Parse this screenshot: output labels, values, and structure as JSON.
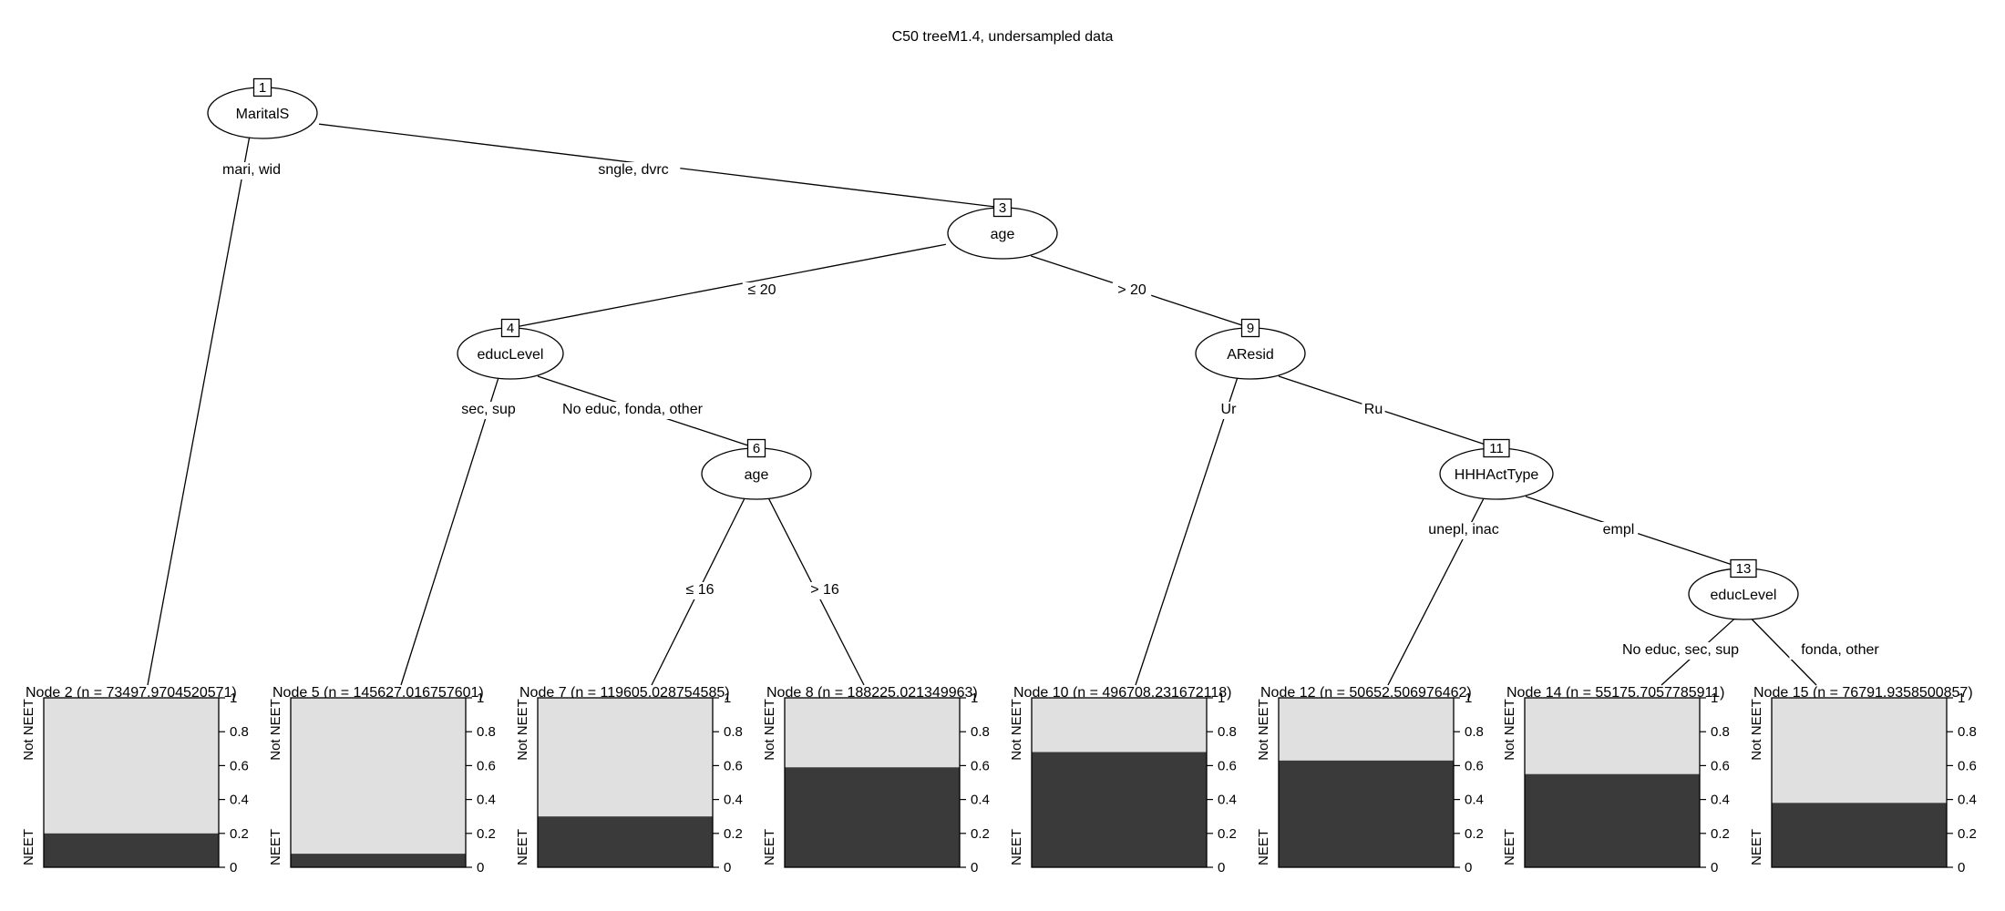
{
  "title": "C50 treeM1.4, undersampled data",
  "colors": {
    "class_neet": "#3a3a3a",
    "class_not_neet": "#e0e0e0",
    "line": "#000000"
  },
  "classes": [
    "NEET",
    "Not NEET"
  ],
  "axis_ticks": [
    "0",
    "0.2",
    "0.4",
    "0.6",
    "0.8",
    "1"
  ],
  "inner_nodes": [
    {
      "id": "1",
      "label": "MaritalS"
    },
    {
      "id": "3",
      "label": "age"
    },
    {
      "id": "4",
      "label": "educLevel"
    },
    {
      "id": "6",
      "label": "age"
    },
    {
      "id": "9",
      "label": "AResid"
    },
    {
      "id": "11",
      "label": "HHHActType"
    },
    {
      "id": "13",
      "label": "educLevel"
    }
  ],
  "edges": [
    {
      "from": "1",
      "to": "2",
      "label": "mari, wid"
    },
    {
      "from": "1",
      "to": "3",
      "label": "sngle, dvrc"
    },
    {
      "from": "3",
      "to": "4",
      "label": "≤ 20"
    },
    {
      "from": "3",
      "to": "9",
      "label": "> 20"
    },
    {
      "from": "4",
      "to": "5",
      "label": "sec, sup"
    },
    {
      "from": "4",
      "to": "6",
      "label": "No educ, fonda, other"
    },
    {
      "from": "6",
      "to": "7",
      "label": "≤ 16"
    },
    {
      "from": "6",
      "to": "8",
      "label": "> 16"
    },
    {
      "from": "9",
      "to": "10",
      "label": "Ur"
    },
    {
      "from": "9",
      "to": "11",
      "label": "Ru"
    },
    {
      "from": "11",
      "to": "12",
      "label": "unepl, inac"
    },
    {
      "from": "11",
      "to": "13",
      "label": "empl"
    },
    {
      "from": "13",
      "to": "14",
      "label": "No educ, sec, sup"
    },
    {
      "from": "13",
      "to": "15",
      "label": "fonda, other"
    }
  ],
  "terminal_nodes": [
    {
      "id": "2",
      "title": "Node 2 (n = 73497.9704520571)",
      "neet_fraction": 0.2
    },
    {
      "id": "5",
      "title": "Node 5 (n = 145627.016757601)",
      "neet_fraction": 0.08
    },
    {
      "id": "7",
      "title": "Node 7 (n = 119605.028754585)",
      "neet_fraction": 0.3
    },
    {
      "id": "8",
      "title": "Node 8 (n = 188225.021349963)",
      "neet_fraction": 0.59
    },
    {
      "id": "10",
      "title": "Node 10 (n = 496708.231672118)",
      "neet_fraction": 0.68
    },
    {
      "id": "12",
      "title": "Node 12 (n = 50652.506976462)",
      "neet_fraction": 0.63
    },
    {
      "id": "14",
      "title": "Node 14 (n = 55175.7057785911)",
      "neet_fraction": 0.55
    },
    {
      "id": "15",
      "title": "Node 15 (n = 76791.9358500857)",
      "neet_fraction": 0.38
    }
  ]
}
